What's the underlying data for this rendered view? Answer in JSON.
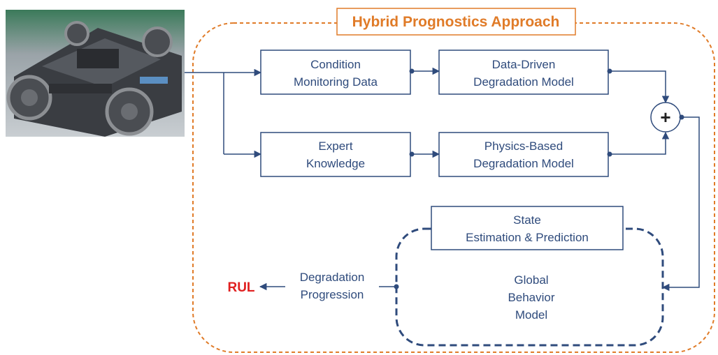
{
  "title": "Hybrid Prognostics Approach",
  "colors": {
    "accent_orange": "#e07b28",
    "block_stroke": "#2f4b7c",
    "text_blue": "#2f4b7c",
    "rul_red": "#e02020"
  },
  "photo": {
    "icon": "bogie-photo"
  },
  "blocks": {
    "condition_monitoring": {
      "line1": "Condition",
      "line2": "Monitoring Data"
    },
    "data_driven": {
      "line1": "Data-Driven",
      "line2": "Degradation Model"
    },
    "expert_knowledge": {
      "line1": "Expert",
      "line2": "Knowledge"
    },
    "physics_based": {
      "line1": "Physics-Based",
      "line2": "Degradation Model"
    },
    "state_estimation": {
      "line1": "State",
      "line2": "Estimation & Prediction"
    },
    "global_behavior": {
      "line1": "Global",
      "line2": "Behavior",
      "line3": "Model"
    }
  },
  "summing_junction": {
    "symbol": "+"
  },
  "degradation_progression": {
    "line1": "Degradation",
    "line2": "Progression"
  },
  "output": {
    "label": "RUL"
  }
}
